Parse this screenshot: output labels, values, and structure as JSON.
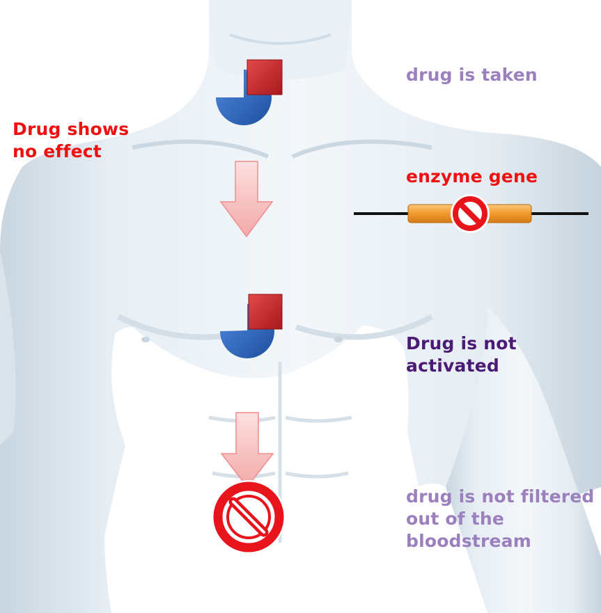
{
  "labels": {
    "drug_effect": [
      "Drug shows",
      "no effect"
    ],
    "drug_taken": "drug is taken",
    "enzyme_gene": "enzyme gene",
    "drug_activated": [
      "Drug is not",
      "activated"
    ],
    "drug_filtered": [
      "drug is not filtered",
      "out of the",
      "bloodstream"
    ]
  },
  "colors": {
    "red_text": "#ee1111",
    "lavender_text": "#9b80bd",
    "purple_text": "#4a1a75",
    "body_skin": "#e3ecf2",
    "drug_blue": "#2f6bc4",
    "drug_red": "#c9262a",
    "arrow_pink": "#f7b9b9",
    "gene_orange": "#f09a2e",
    "prohibit_red": "#e8141b"
  },
  "icons": [
    "drug-molecule-icon",
    "down-arrow-icon",
    "gene-bar-icon",
    "prohibition-icon"
  ]
}
